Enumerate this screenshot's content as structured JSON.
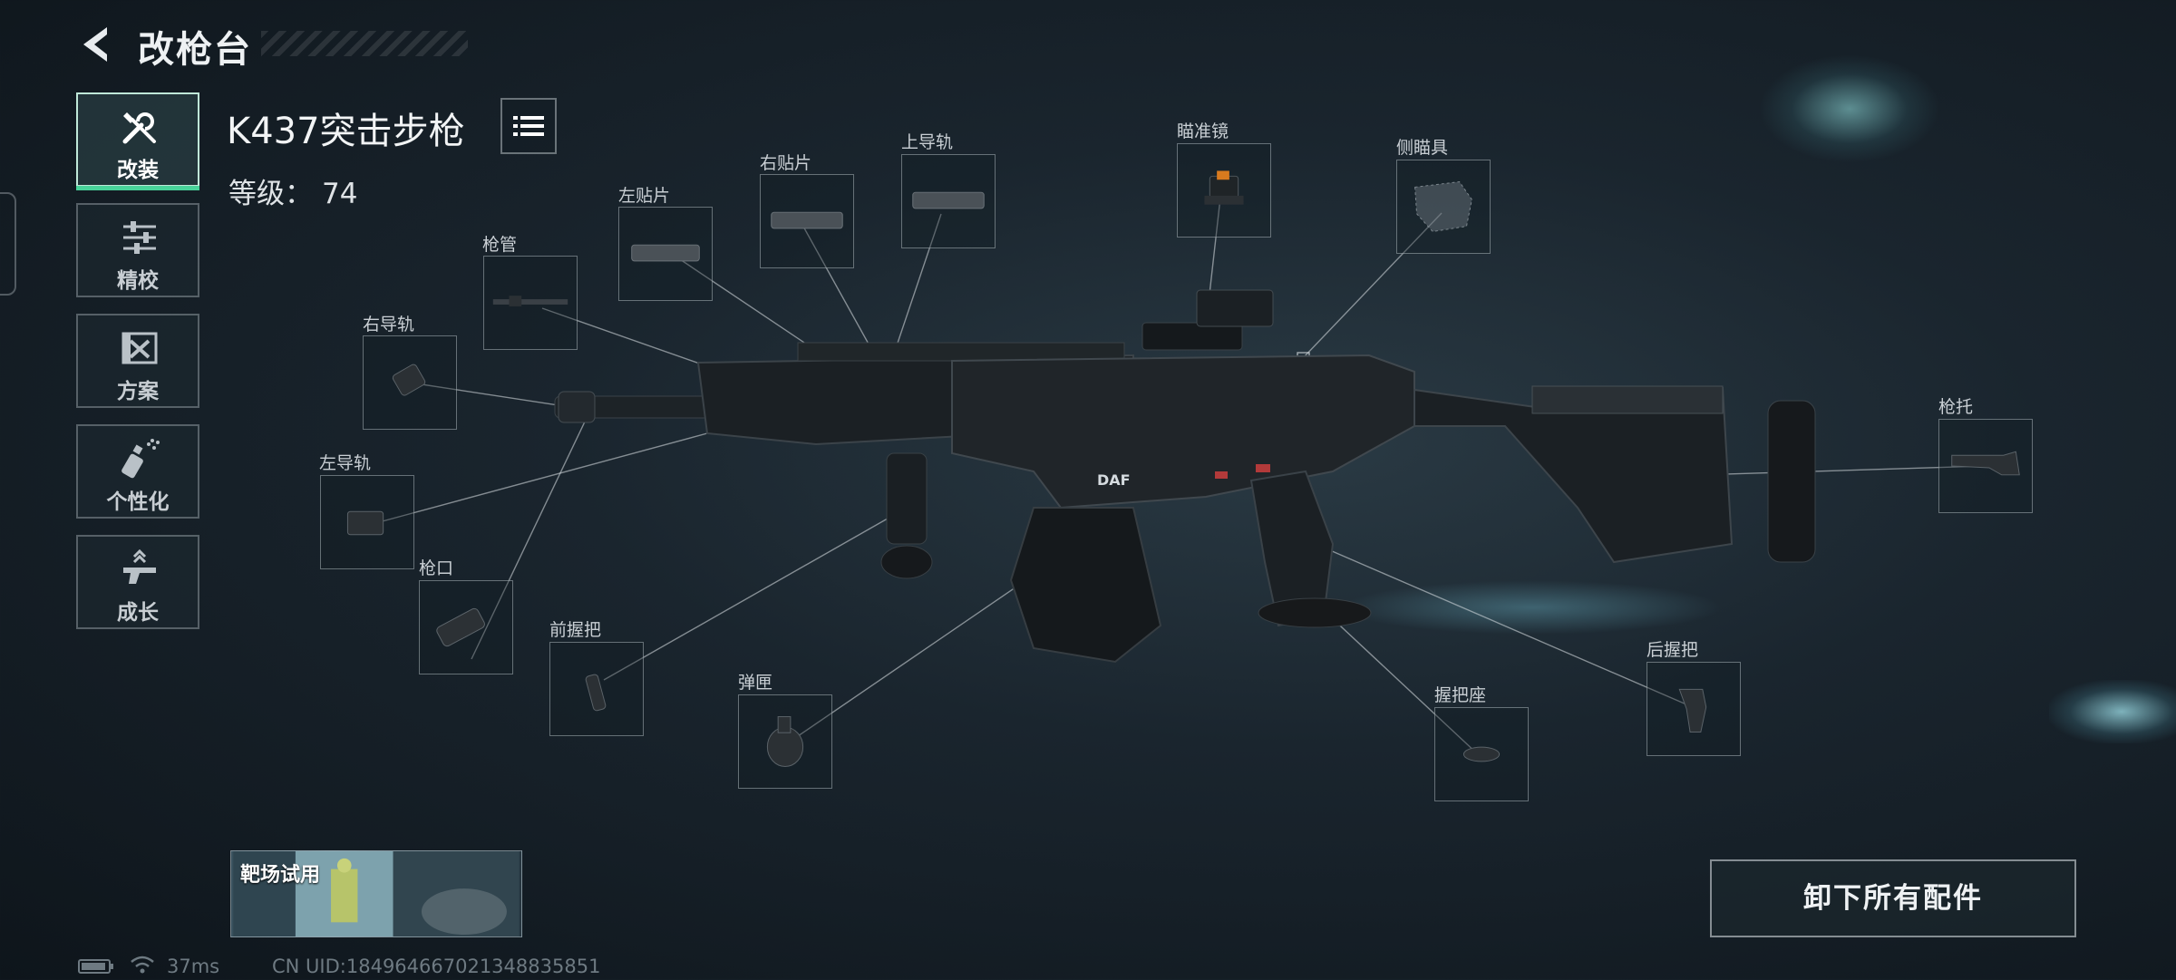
{
  "header": {
    "title": "改枪台"
  },
  "side_tabs": [
    {
      "label": "改装",
      "icon": "tools-icon",
      "active": true
    },
    {
      "label": "精校",
      "icon": "sliders-icon",
      "active": false
    },
    {
      "label": "方案",
      "icon": "blueprint-icon",
      "active": false
    },
    {
      "label": "个性化",
      "icon": "spray-can-icon",
      "active": false
    },
    {
      "label": "成长",
      "icon": "gun-upgrade-icon",
      "active": false
    }
  ],
  "weapon": {
    "name": "K437突击步枪",
    "level_label": "等级：",
    "level_value": "74"
  },
  "slots": {
    "muzzle": "枪口",
    "barrel": "枪管",
    "right_rail": "右导轨",
    "left_rail": "左导轨",
    "left_panel": "左贴片",
    "right_panel": "右贴片",
    "top_rail": "上导轨",
    "optic": "瞄准镜",
    "side_optic": "侧瞄具",
    "stock": "枪托",
    "foregrip": "前握把",
    "magazine": "弹匣",
    "grip_mount": "握把座",
    "rear_grip": "后握把"
  },
  "buttons": {
    "range_test": "靶场试用",
    "unequip_all": "卸下所有配件"
  },
  "status": {
    "ping": "37ms",
    "uid": "CN UID:184964667021348835851"
  },
  "colors": {
    "accent_green": "#49d39a",
    "background": "#16212a"
  }
}
